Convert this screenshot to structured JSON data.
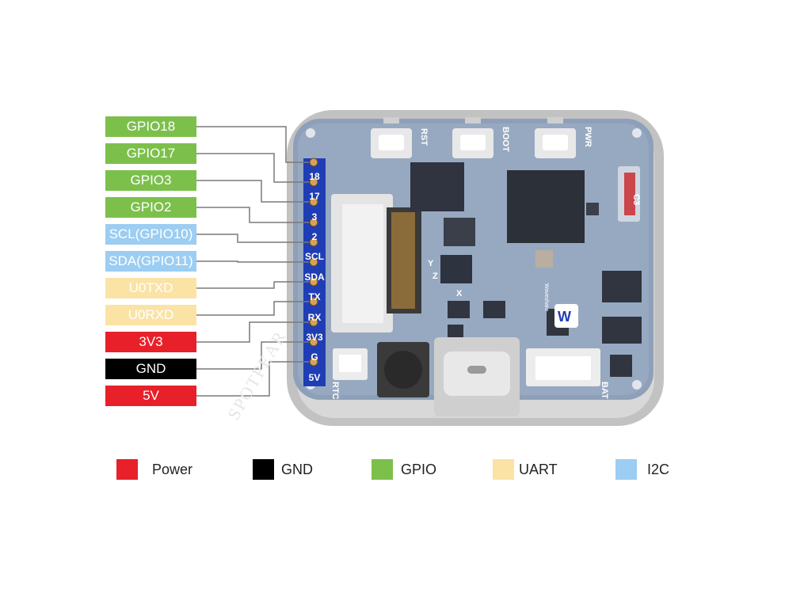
{
  "pins": [
    {
      "label": "GPIO18",
      "silk": "18",
      "group": "gpio"
    },
    {
      "label": "GPIO17",
      "silk": "17",
      "group": "gpio"
    },
    {
      "label": "GPIO3",
      "silk": "3",
      "group": "gpio"
    },
    {
      "label": "GPIO2",
      "silk": "2",
      "group": "gpio"
    },
    {
      "label": "SCL(GPIO10)",
      "silk": "SCL",
      "group": "i2c"
    },
    {
      "label": "SDA(GPIO11)",
      "silk": "SDA",
      "group": "i2c"
    },
    {
      "label": "U0TXD",
      "silk": "TX",
      "group": "uart"
    },
    {
      "label": "U0RXD",
      "silk": "RX",
      "group": "uart"
    },
    {
      "label": "3V3",
      "silk": "3V3",
      "group": "power"
    },
    {
      "label": "GND",
      "silk": "G",
      "group": "gnd"
    },
    {
      "label": "5V",
      "silk": "5V",
      "group": "power"
    }
  ],
  "colors": {
    "power": "#e8202a",
    "gnd": "#000000",
    "gpio": "#7cc04b",
    "uart": "#fbe3a6",
    "i2c": "#9ccdf2"
  },
  "legend": [
    {
      "label": "Power",
      "group": "power"
    },
    {
      "label": "GND",
      "group": "gnd"
    },
    {
      "label": "GPIO",
      "group": "gpio"
    },
    {
      "label": "UART",
      "group": "uart"
    },
    {
      "label": "I2C",
      "group": "i2c"
    }
  ],
  "board": {
    "buttons": [
      "RST",
      "BOOT",
      "PWR"
    ],
    "connectors": [
      "RTC",
      "BAT"
    ],
    "chip_label": "C3",
    "axis_labels": [
      "Y",
      "Z",
      "X"
    ],
    "brand": "Waveshare"
  },
  "watermark": "SPOTPEAR"
}
